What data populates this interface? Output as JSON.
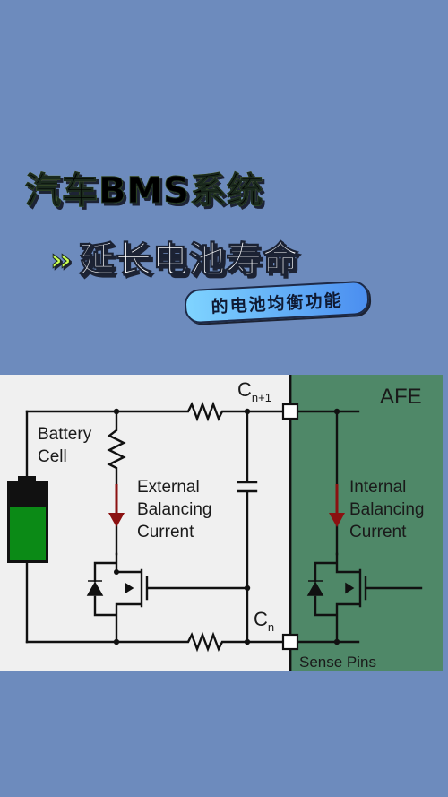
{
  "header": {
    "title": "汽车BMS系统",
    "arrows": "››",
    "subtitle": "延长电池寿命",
    "tag": "的电池均衡功能"
  },
  "circuit": {
    "battery_label_1": "Battery",
    "battery_label_2": "Cell",
    "external_label_1": "External",
    "external_label_2": "Balancing",
    "external_label_3": "Current",
    "internal_label_1": "Internal",
    "internal_label_2": "Balancing",
    "internal_label_3": "Current",
    "afe_label": "AFE",
    "cn1_main": "C",
    "cn1_sub": "n+1",
    "cn_main": "C",
    "cn_sub": "n",
    "sense_pins": "Sense Pins",
    "colors": {
      "panel": "#f2f2f2",
      "afe_panel": "#4f8868",
      "wire": "#111111",
      "arrow": "#8b1111",
      "battery_green": "#0b8a16"
    }
  }
}
